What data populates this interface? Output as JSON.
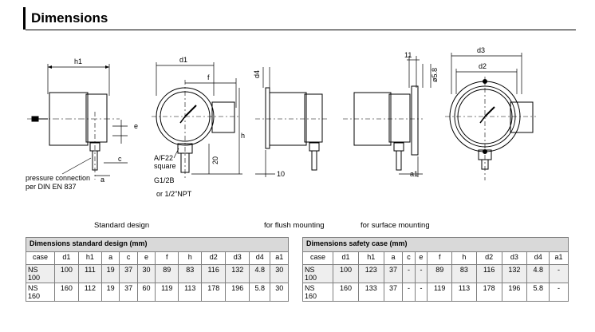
{
  "heading": "Dimensions",
  "drawing_labels": {
    "h1": "h1",
    "d1": "d1",
    "f": "f",
    "d4": "d4",
    "d3": "d3",
    "d2": "d2",
    "eleven": "11",
    "dia58": "ø5.8",
    "e": "e",
    "c": "c",
    "a": "a",
    "h": "h",
    "twenty": "20",
    "ten": "10",
    "a1": "a1",
    "af22": "A/F22",
    "square": "square",
    "g12b": "G1/2B",
    "npt": "or 1/2\"NPT",
    "pc1": "pressure connection",
    "pc2": "per DIN EN 837"
  },
  "captions": {
    "standard": "Standard design",
    "flush": "for flush mounting",
    "surface": "for surface mounting"
  },
  "table_standard": {
    "title": "Dimensions standard design (mm)",
    "columns": [
      "case",
      "d1",
      "h1",
      "a",
      "c",
      "e",
      "f",
      "h",
      "d2",
      "d3",
      "d4",
      "a1"
    ],
    "rows": [
      [
        "NS\n100",
        "100",
        "111",
        "19",
        "37",
        "30",
        "89",
        "83",
        "116",
        "132",
        "4.8",
        "30"
      ],
      [
        "NS\n160",
        "160",
        "112",
        "19",
        "37",
        "60",
        "119",
        "113",
        "178",
        "196",
        "5.8",
        "30"
      ]
    ]
  },
  "table_safety": {
    "title": "Dimensions safety case (mm)",
    "columns": [
      "case",
      "d1",
      "h1",
      "a",
      "c",
      "e",
      "f",
      "h",
      "d2",
      "d3",
      "d4",
      "a1"
    ],
    "rows": [
      [
        "NS\n100",
        "100",
        "123",
        "37",
        "-",
        "-",
        "89",
        "83",
        "116",
        "132",
        "4.8",
        "-"
      ],
      [
        "NS\n160",
        "160",
        "133",
        "37",
        "-",
        "-",
        "119",
        "113",
        "178",
        "196",
        "5.8",
        "-"
      ]
    ]
  }
}
